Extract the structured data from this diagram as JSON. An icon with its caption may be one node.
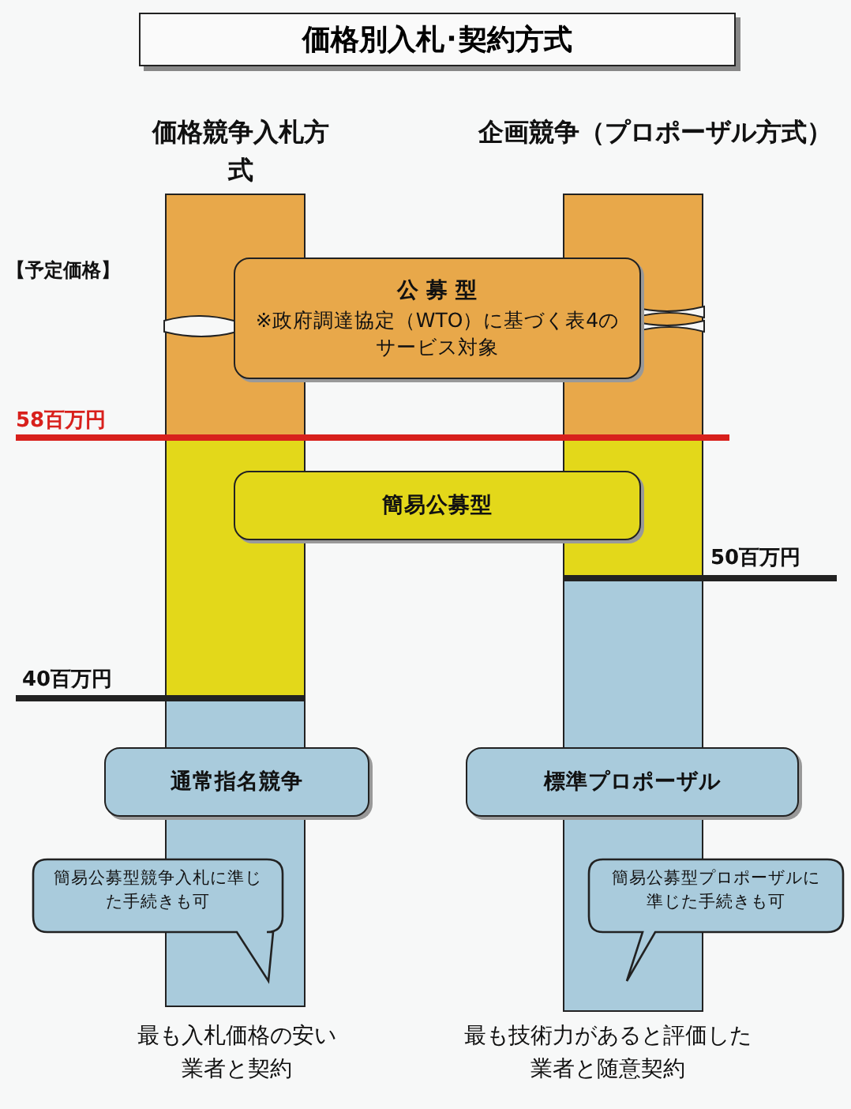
{
  "diagram": {
    "title": "価格別入札･契約方式",
    "nodes": [
      {
        "text": [
          "公 募 型",
          "※政府調達協定（WTO）に基づく表4のサービス対象"
        ]
      },
      {
        "text": [
          "簡易公募型"
        ]
      },
      {
        "text": [
          "通常指名競争"
        ]
      },
      {
        "text": [
          "標準プロポーザル"
        ]
      },
      {
        "text": [
          "簡易公募型競争入札に準じた手続きも可"
        ]
      },
      {
        "text": [
          "簡易公募型プロポーザルに準じた手続きも可"
        ]
      }
    ],
    "labels": [
      "価格競争入札方式",
      "企画競争（プロポーザル方式）",
      "【予定価格】",
      "58百万円",
      "50百万円",
      "40百万円",
      "最も入札価格の安い業者と契約",
      "最も技術力があると評価した業者と随意契約"
    ]
  }
}
